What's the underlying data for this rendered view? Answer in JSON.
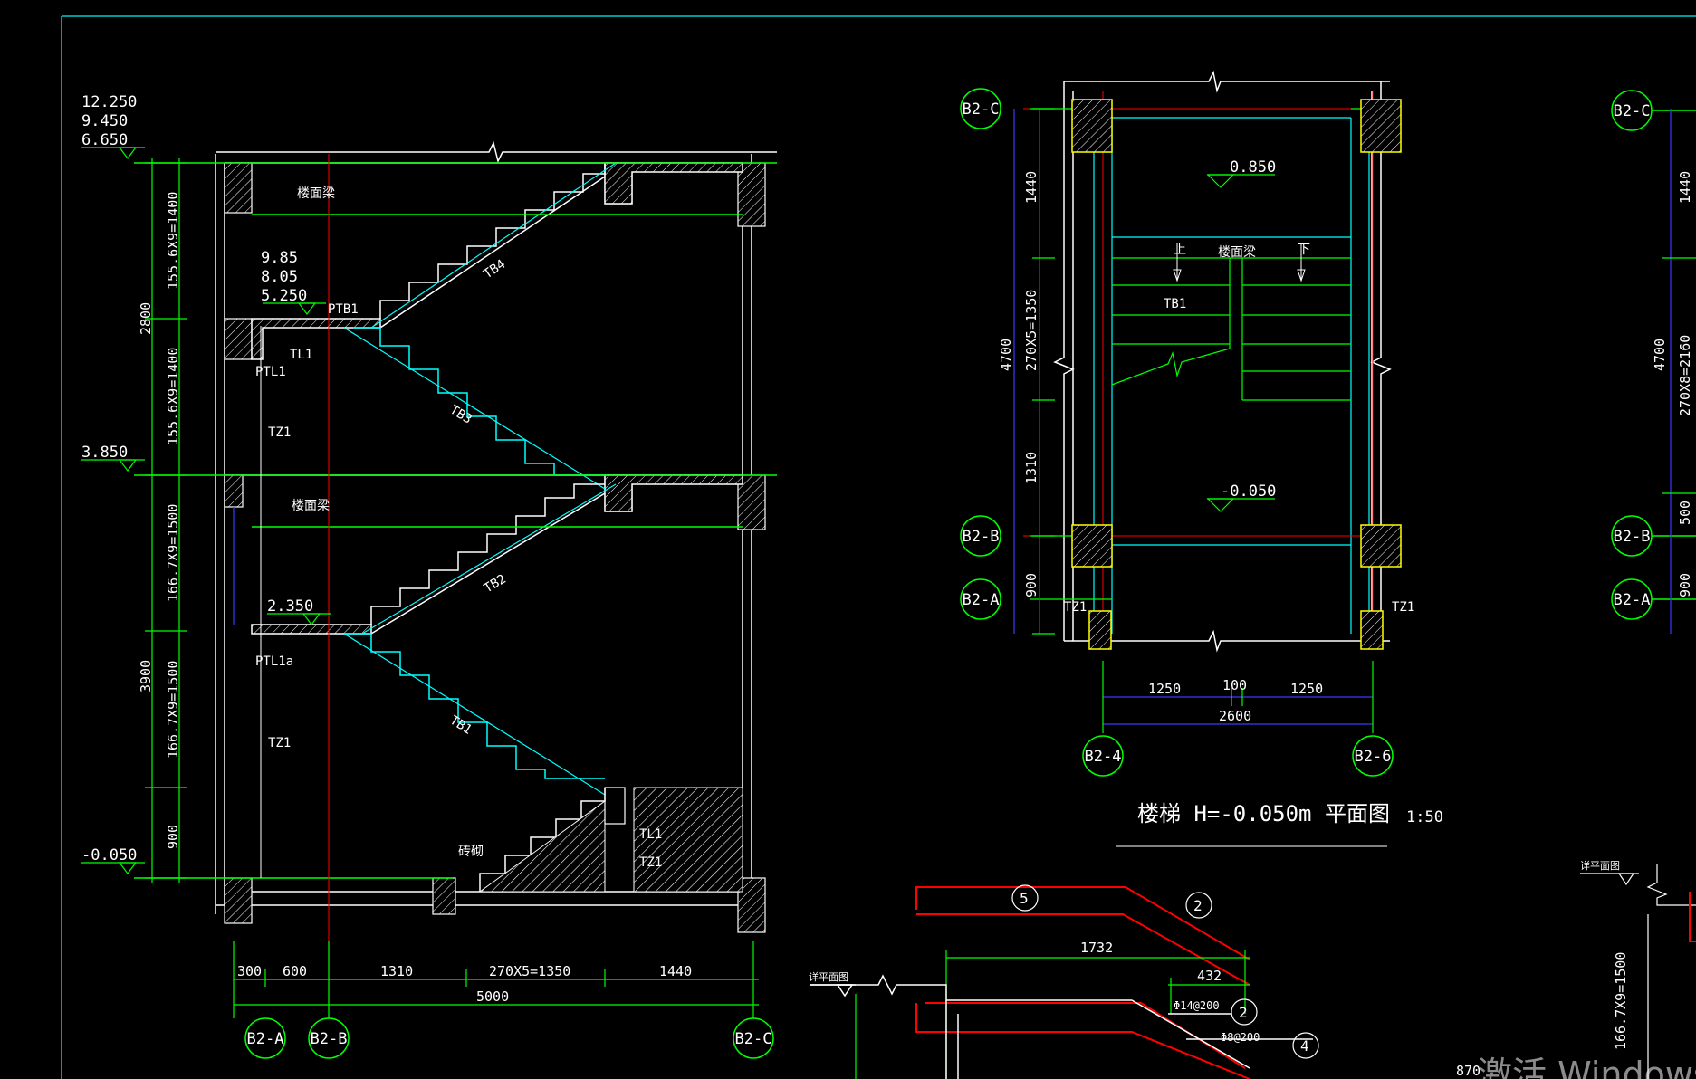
{
  "section": {
    "elevations_top": [
      "12.250",
      "9.450",
      "6.650"
    ],
    "elevation_3850": "3.850",
    "elevation_m0050": "-0.050",
    "landing_upper": [
      "9.85",
      "8.05",
      "5.250"
    ],
    "landing_lower": "2.350",
    "labels": {
      "floor_beam_1": "楼面梁",
      "floor_beam_2": "楼面梁",
      "ptb1": "PTB1",
      "tl1": "TL1",
      "ptl1": "PTL1",
      "tz1_a": "TZ1",
      "tz1_b": "TZ1",
      "ptl1a": "PTL1a",
      "tb4": "TB4",
      "tb3": "TB3",
      "tb2": "TB2",
      "tb1": "TB1",
      "brick": "砖砌",
      "tl1_b": "TL1",
      "tz1_c": "TZ1"
    },
    "vert_dims": [
      "155.6X9=1400",
      "155.6X9=1400",
      "166.7X9=1500",
      "166.7X9=1500",
      "900"
    ],
    "vert_totals": [
      "2800",
      "3900"
    ],
    "horiz_dims": [
      "300",
      "600",
      "1310",
      "270X5=1350",
      "1440"
    ],
    "horiz_total": "5000",
    "axes": [
      "B2-A",
      "B2-B",
      "B2-C"
    ]
  },
  "plan": {
    "axes_left": [
      "B2-C",
      "B2-B",
      "B2-A"
    ],
    "axes_bottom": [
      "B2-4",
      "B2-6"
    ],
    "elev_top": "0.850",
    "elev_bottom": "-0.050",
    "labels": {
      "up": "上",
      "down": "下",
      "floor_beam": "楼面梁",
      "tb1": "TB1",
      "tz1_left": "TZ1",
      "tz1_right": "TZ1"
    },
    "vert_dims": [
      "1440",
      "270X5=1350",
      "1310",
      "900"
    ],
    "vert_total": "4700",
    "horiz_dims": [
      "1250",
      "100",
      "1250"
    ],
    "horiz_total": "2600",
    "title": "楼梯 H=-0.050m 平面图",
    "scale": "1:50"
  },
  "right_partial": {
    "axes": [
      "B2-C",
      "B2-B",
      "B2-A"
    ],
    "dims": [
      "1440",
      "270X8=2160",
      "500",
      "900"
    ],
    "total": "4700",
    "label_floor": "详平面图",
    "bottom_dim": "166.7X9=1500"
  },
  "detail": {
    "circles": [
      "5",
      "2",
      "2",
      "4"
    ],
    "dims": [
      "1732",
      "432"
    ],
    "rebar": [
      "Φ14@200",
      "Φ8@200"
    ],
    "label_floor": "详平面图",
    "partial_dim": "870"
  },
  "watermark": "激活 Windows",
  "colors": {
    "background": "#000000",
    "green": "#00ff00",
    "cyan": "#00ffff",
    "white": "#ffffff",
    "red": "#ff0000",
    "blue": "#3b3bff",
    "yellow": "#ffff00",
    "frame": "#00cfcf"
  }
}
